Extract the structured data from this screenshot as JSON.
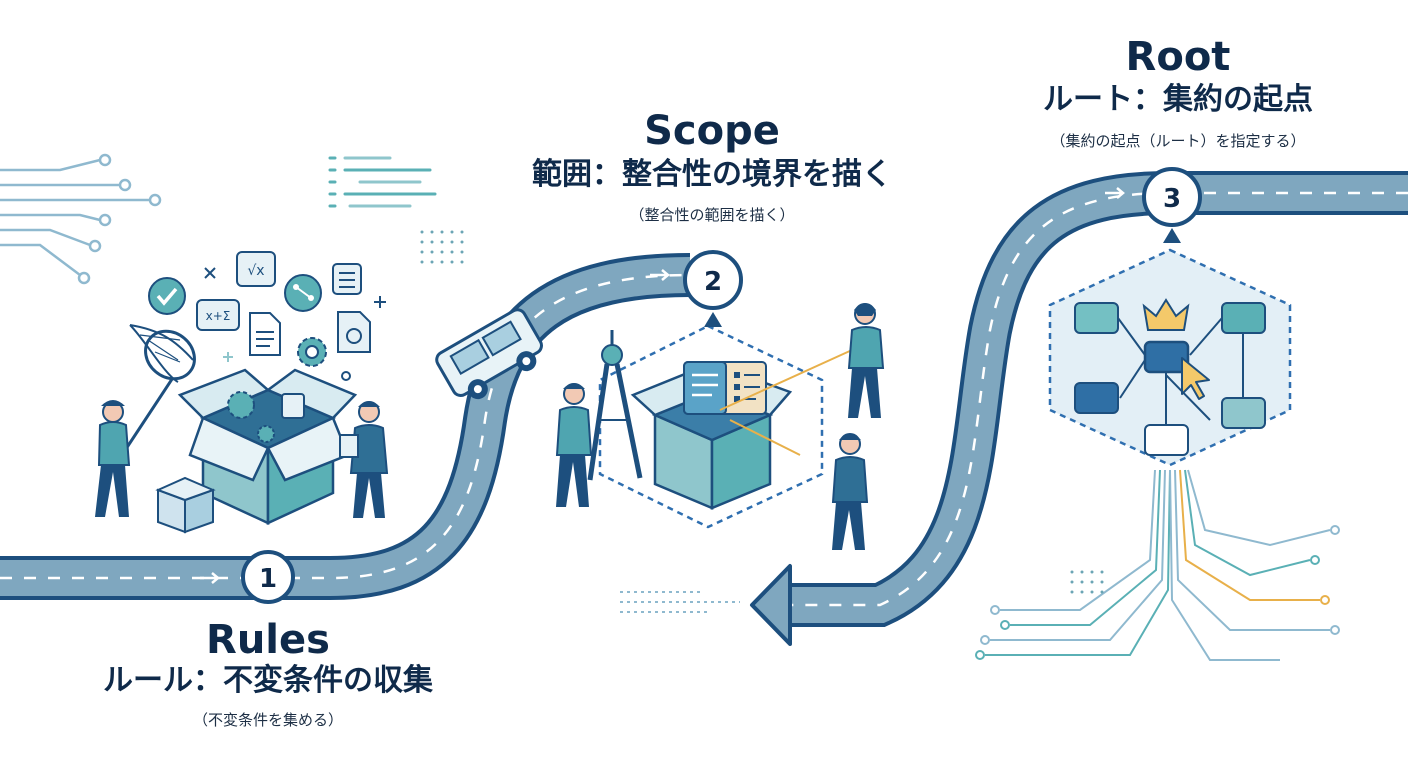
{
  "steps": [
    {
      "number": "1",
      "title_en": "Rules",
      "title_jp": "ルール：不変条件の収集",
      "subtitle": "（不変条件を集める）"
    },
    {
      "number": "2",
      "title_en": "Scope",
      "title_jp": "範囲：整合性の境界を描く",
      "subtitle": "（整合性の範囲を描く）"
    },
    {
      "number": "3",
      "title_en": "Root",
      "title_jp": "ルート：集約の起点",
      "subtitle": "（集約の起点（ルート）を指定する）"
    }
  ],
  "icons": {
    "rules_scene": [
      "circuit-lines-icon",
      "checkmark-icon",
      "formula-icon",
      "document-icon",
      "gear-icon",
      "net-icon",
      "open-box-icon"
    ],
    "scope_scene": [
      "car-icon",
      "compass-icon",
      "open-box-icon",
      "laser-pointer-icon"
    ],
    "root_scene": [
      "crown-icon",
      "cursor-icon",
      "node-graph-icon",
      "circuit-lines-icon"
    ]
  },
  "colors": {
    "road": "#7fa7bf",
    "road_edge": "#1d4f7e",
    "navy": "#0f2a4a",
    "teal": "#5ab0b5",
    "light_blue": "#cfe3ee",
    "gold": "#e8b04a"
  }
}
